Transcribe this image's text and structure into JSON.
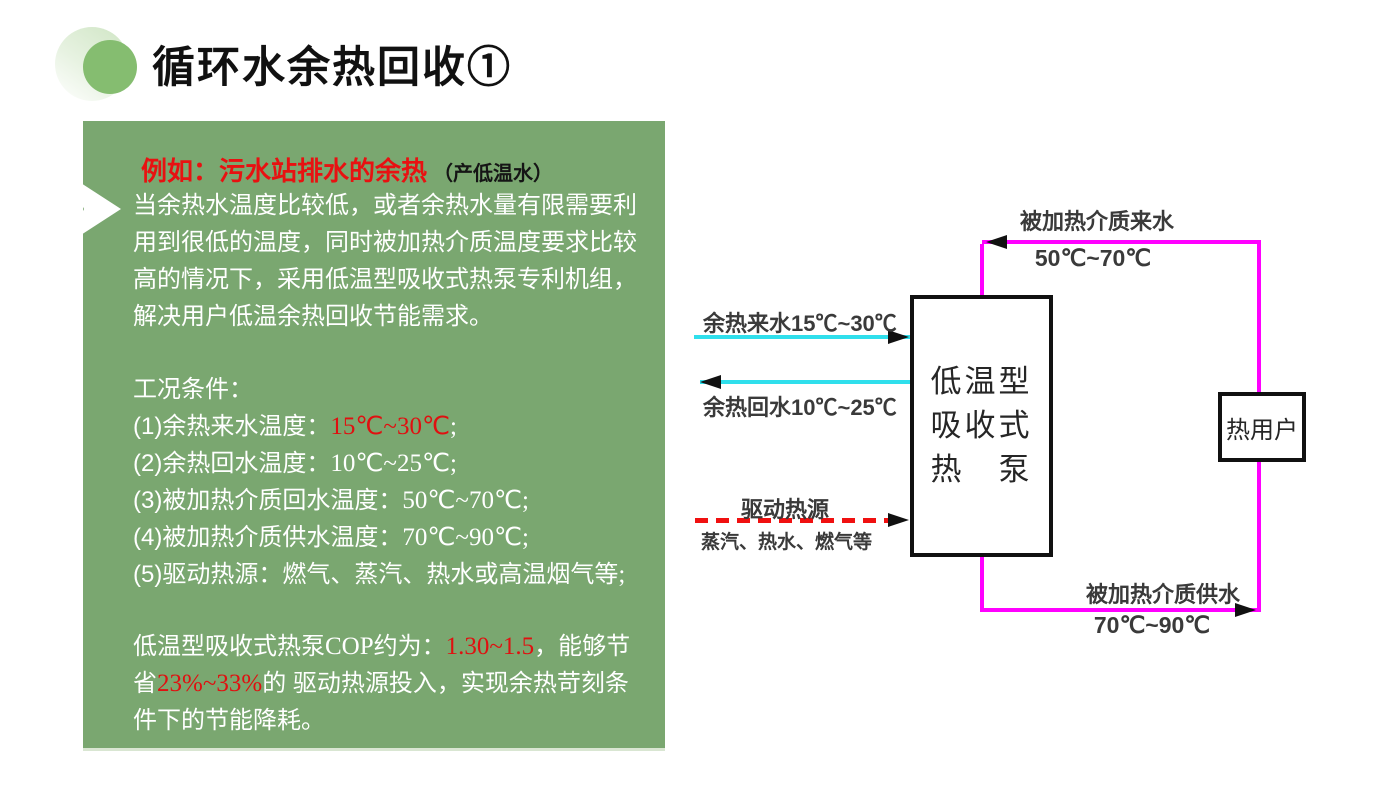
{
  "title": "循环水余热回收①",
  "panel": {
    "example_red": "例如：污水站排水的余热",
    "example_note": "（产低温水）",
    "intro": "当余热水温度比较低，或者余热水量有限需要利用到很低的温度，同时被加热介质温度要求比较高的情况下，采用低温型吸收式热泵专利机组，解决用户低温余热回收节能需求。",
    "conditions_title": "工况条件：",
    "conditions": [
      {
        "label": "(1)余热来水温度：",
        "value": "15℃~30℃",
        "suffix": ";"
      },
      {
        "label": "(2)余热回水温度：",
        "value": "10℃~25℃",
        "suffix": ";"
      },
      {
        "label": "(3)被加热介质回水温度：",
        "value": "50℃~70℃",
        "suffix": ";"
      },
      {
        "label": "(4)被加热介质供水温度：",
        "value": "70℃~90℃",
        "suffix": ";"
      },
      {
        "label": "(5)驱动热源：燃气、蒸汽、热水或高温烟气等",
        "value": "",
        "suffix": ";"
      }
    ],
    "cop": [
      {
        "t0": "低温型吸收式热泵",
        "t1": "COP",
        "t2": "约为：",
        "t3": "1.30~1.5",
        "t4": "，能够节省",
        "t5": "23%~33%",
        "t6": "的 驱动热源投入，实现余热苛刻条件下的节能降耗。"
      }
    ]
  },
  "diagram": {
    "hp_box_lines": [
      "低温型",
      "吸收式",
      "热　泵"
    ],
    "user_box": "热用户",
    "label_return_top": "被加热介质来水",
    "temp_return_top": "50℃~70℃",
    "label_hot_in": "余热来水15℃~30℃",
    "label_hot_out": "余热回水10℃~25℃",
    "label_drive": "驱动热源",
    "label_drive_sub": "蒸汽、热水、燃气等",
    "label_supply": "被加热介质供水",
    "temp_supply": "70℃~90℃"
  },
  "colors": {
    "panel_green": "#7aa770",
    "accent_red": "#e01010",
    "line_cyan": "#2fdfec",
    "line_magenta": "#ff00ff",
    "dash_red": "#f01010",
    "logo_green_dark": "#85bd70",
    "logo_green_light": "#cfe5c4"
  }
}
